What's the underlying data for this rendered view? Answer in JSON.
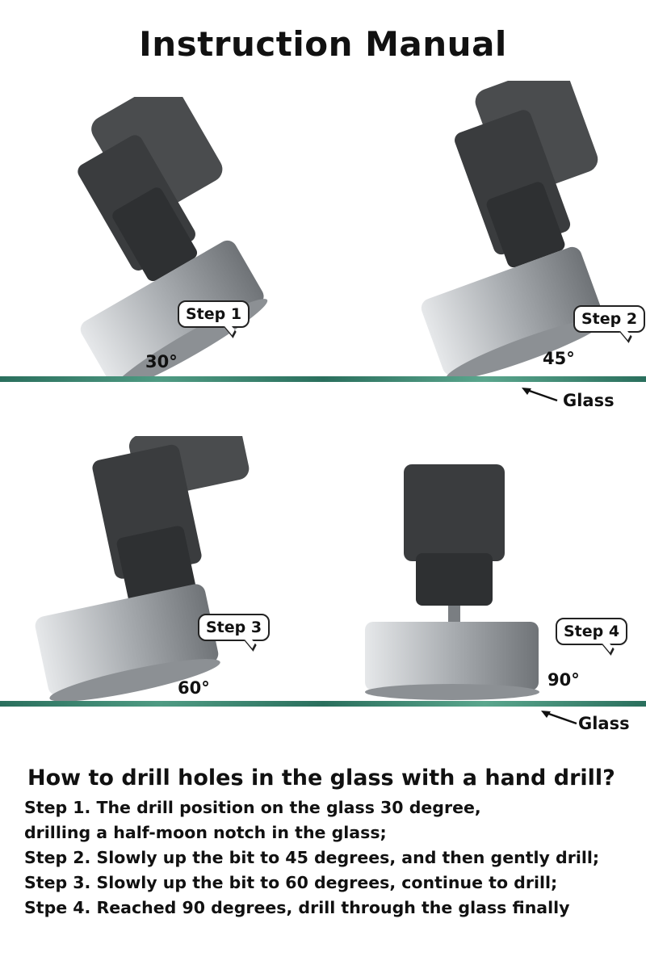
{
  "title": "Instruction Manual",
  "panels": [
    {
      "step": "Step 1",
      "angle": "30°"
    },
    {
      "step": "Step 2",
      "angle": "45°"
    },
    {
      "step": "Step 3",
      "angle": "60°"
    },
    {
      "step": "Step 4",
      "angle": "90°"
    }
  ],
  "glass_label": "Glass",
  "howto_title": "How to drill holes in the glass with a hand drill?",
  "steps": [
    "Step 1. The drill position on the glass 30 degree,",
    "drilling a half-moon notch in the glass;",
    "Step 2. Slowly up the bit to 45 degrees, and then gently drill;",
    "Step 3. Slowly up the bit to 60 degrees, continue to drill;",
    "Stpe 4. Reached 90 degrees, drill through the glass finally"
  ],
  "colors": {
    "glass": "#3f8a75",
    "metal": "#b8bcbf",
    "chuck": "#3a3c3e"
  }
}
